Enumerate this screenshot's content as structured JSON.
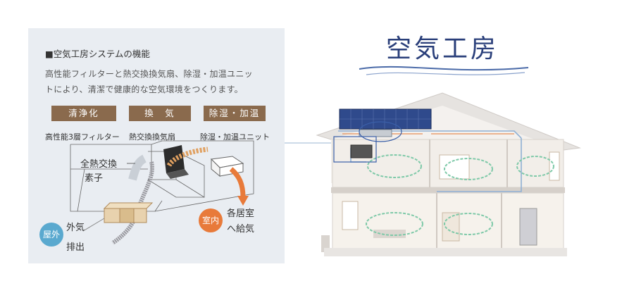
{
  "panel": {
    "heading": "■空気工房システムの機能",
    "desc_line1": "高性能フィルターと熱交換換気扇、除湿・加温ユニッ",
    "desc_line2": "トにより、清潔で健康的な空気環境をつくります。",
    "badges": [
      "清浄化",
      "換　気",
      "除湿・加温"
    ],
    "sublabels": [
      "高性能3層フィルター",
      "熱交換換気扇",
      "除湿・加温ユニット"
    ],
    "element_label_1": "全熱交換",
    "element_label_2": "素子",
    "outside_air": "外気",
    "exhaust": "排出",
    "outdoor_circle": "屋外",
    "indoor_circle": "室内",
    "rooms_line1": "各居室",
    "rooms_line2": "へ給気"
  },
  "brand": {
    "title": "空気工房"
  },
  "colors": {
    "panel_bg": "#e9edf2",
    "badge": "#8a6a4d",
    "outdoor": "#5aa9cf",
    "indoor": "#e87a3a",
    "brand": "#2a3f7a"
  }
}
